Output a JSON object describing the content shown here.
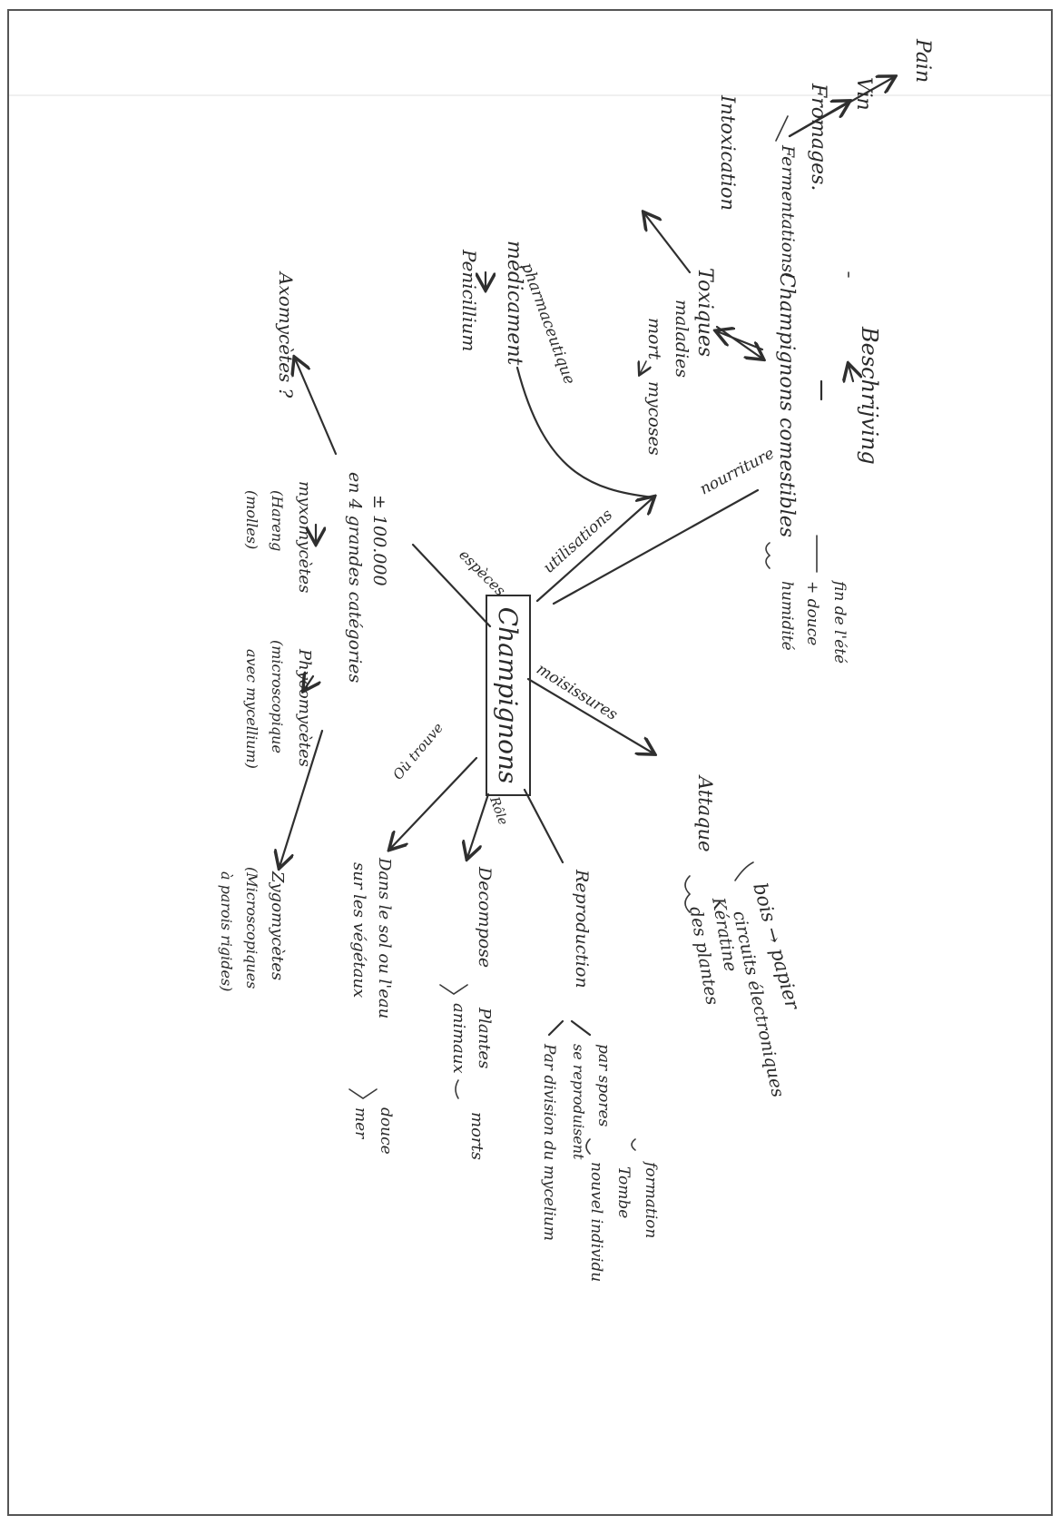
{
  "mindmap": {
    "center": "Champignons",
    "top_left": {
      "header": "Beschrijving",
      "comestibles": "Champignons comestibles",
      "fermentations": "Fermentations!",
      "pain": "Pain",
      "vin": "Vin",
      "fromages": "Fromages.",
      "toxiques": "Toxiques",
      "intoxication": "Intoxication",
      "maladies": "maladies",
      "mort": "mort",
      "mycoses": "mycoses",
      "medicament": "médicament",
      "penicillium": "Penicillium",
      "humid_conditions": [
        "fin de l'été",
        "+ douce",
        "humidité"
      ]
    },
    "branches": {
      "nourriture": "nourriture",
      "utilisations": "utilisations",
      "pharmaceutique": "pharmaceutique",
      "especes": "espèces",
      "moisissures": "moisissures",
      "role": "Rôle",
      "ou_trouve": "Où trouve"
    },
    "especes": {
      "count": "± 100.000",
      "categories": "en 4 grandes catégories",
      "axomycetes": "Axomycètes ?",
      "myxomycetes": [
        "myxomycètes",
        "(Hareng",
        "(molles)"
      ],
      "phycomycetes": [
        "Phycomycètes",
        "(microscopique",
        "avec mycellium)"
      ],
      "zygomycetes": [
        "Zygomycètes",
        "(Microscopiques",
        "à parois rigides)"
      ]
    },
    "attaque": {
      "label": "Attaque",
      "items": [
        "bois → papier",
        "circuits électroniques",
        "Kératine",
        "des plantes"
      ]
    },
    "reproduction": {
      "label": "Reproduction",
      "par_spores": "par spores",
      "spores_detail": [
        "formation",
        "Tombe",
        "nouvel individu"
      ],
      "se_reproduisent": "se reproduisent",
      "division": "Par division du mycelium"
    },
    "role": {
      "label": "Decompose",
      "plantes": "Plantes",
      "animaux": "animaux",
      "morts": "morts"
    },
    "habitat": {
      "label": "Dans le sol ou l'eau",
      "vegetaux": "sur les végétaux",
      "douce": "douce",
      "mer": "mer"
    }
  }
}
